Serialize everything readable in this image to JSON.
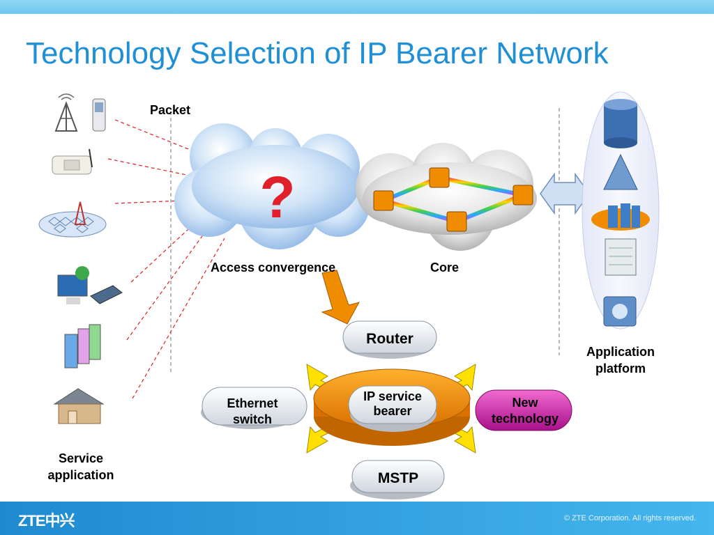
{
  "header": {
    "title": "Technology Selection of IP Bearer Network"
  },
  "labels": {
    "packet": "Packet",
    "access_convergence": "Access convergence",
    "core": "Core",
    "application_platform": [
      "Application",
      "platform"
    ],
    "service_application": [
      "Service",
      "application"
    ],
    "question": "?"
  },
  "options": {
    "router": "Router",
    "ip_service_bearer": [
      "IP service",
      "bearer"
    ],
    "ethernet_switch": [
      "Ethernet",
      "switch"
    ],
    "new_technology": [
      "New",
      "technology"
    ],
    "mstp": "MSTP"
  },
  "footer": {
    "logo": "ZTE中兴",
    "copyright": "© ZTE Corporation. All rights reserved."
  },
  "colors": {
    "title": "#1f8fd6",
    "footer": "#1f8ad0",
    "question": "#e0202a",
    "hub": "#f08c00",
    "new_tech": "#c0249a"
  },
  "icons": [
    "cell-tower-icon",
    "mobile-phone-icon",
    "desk-phone-icon",
    "wireless-network-icon",
    "computer-icon",
    "modem-icon",
    "server-icon",
    "house-icon",
    "database-icon",
    "triangle-server-icon",
    "server-cluster-icon",
    "document-icon",
    "info-server-icon"
  ]
}
